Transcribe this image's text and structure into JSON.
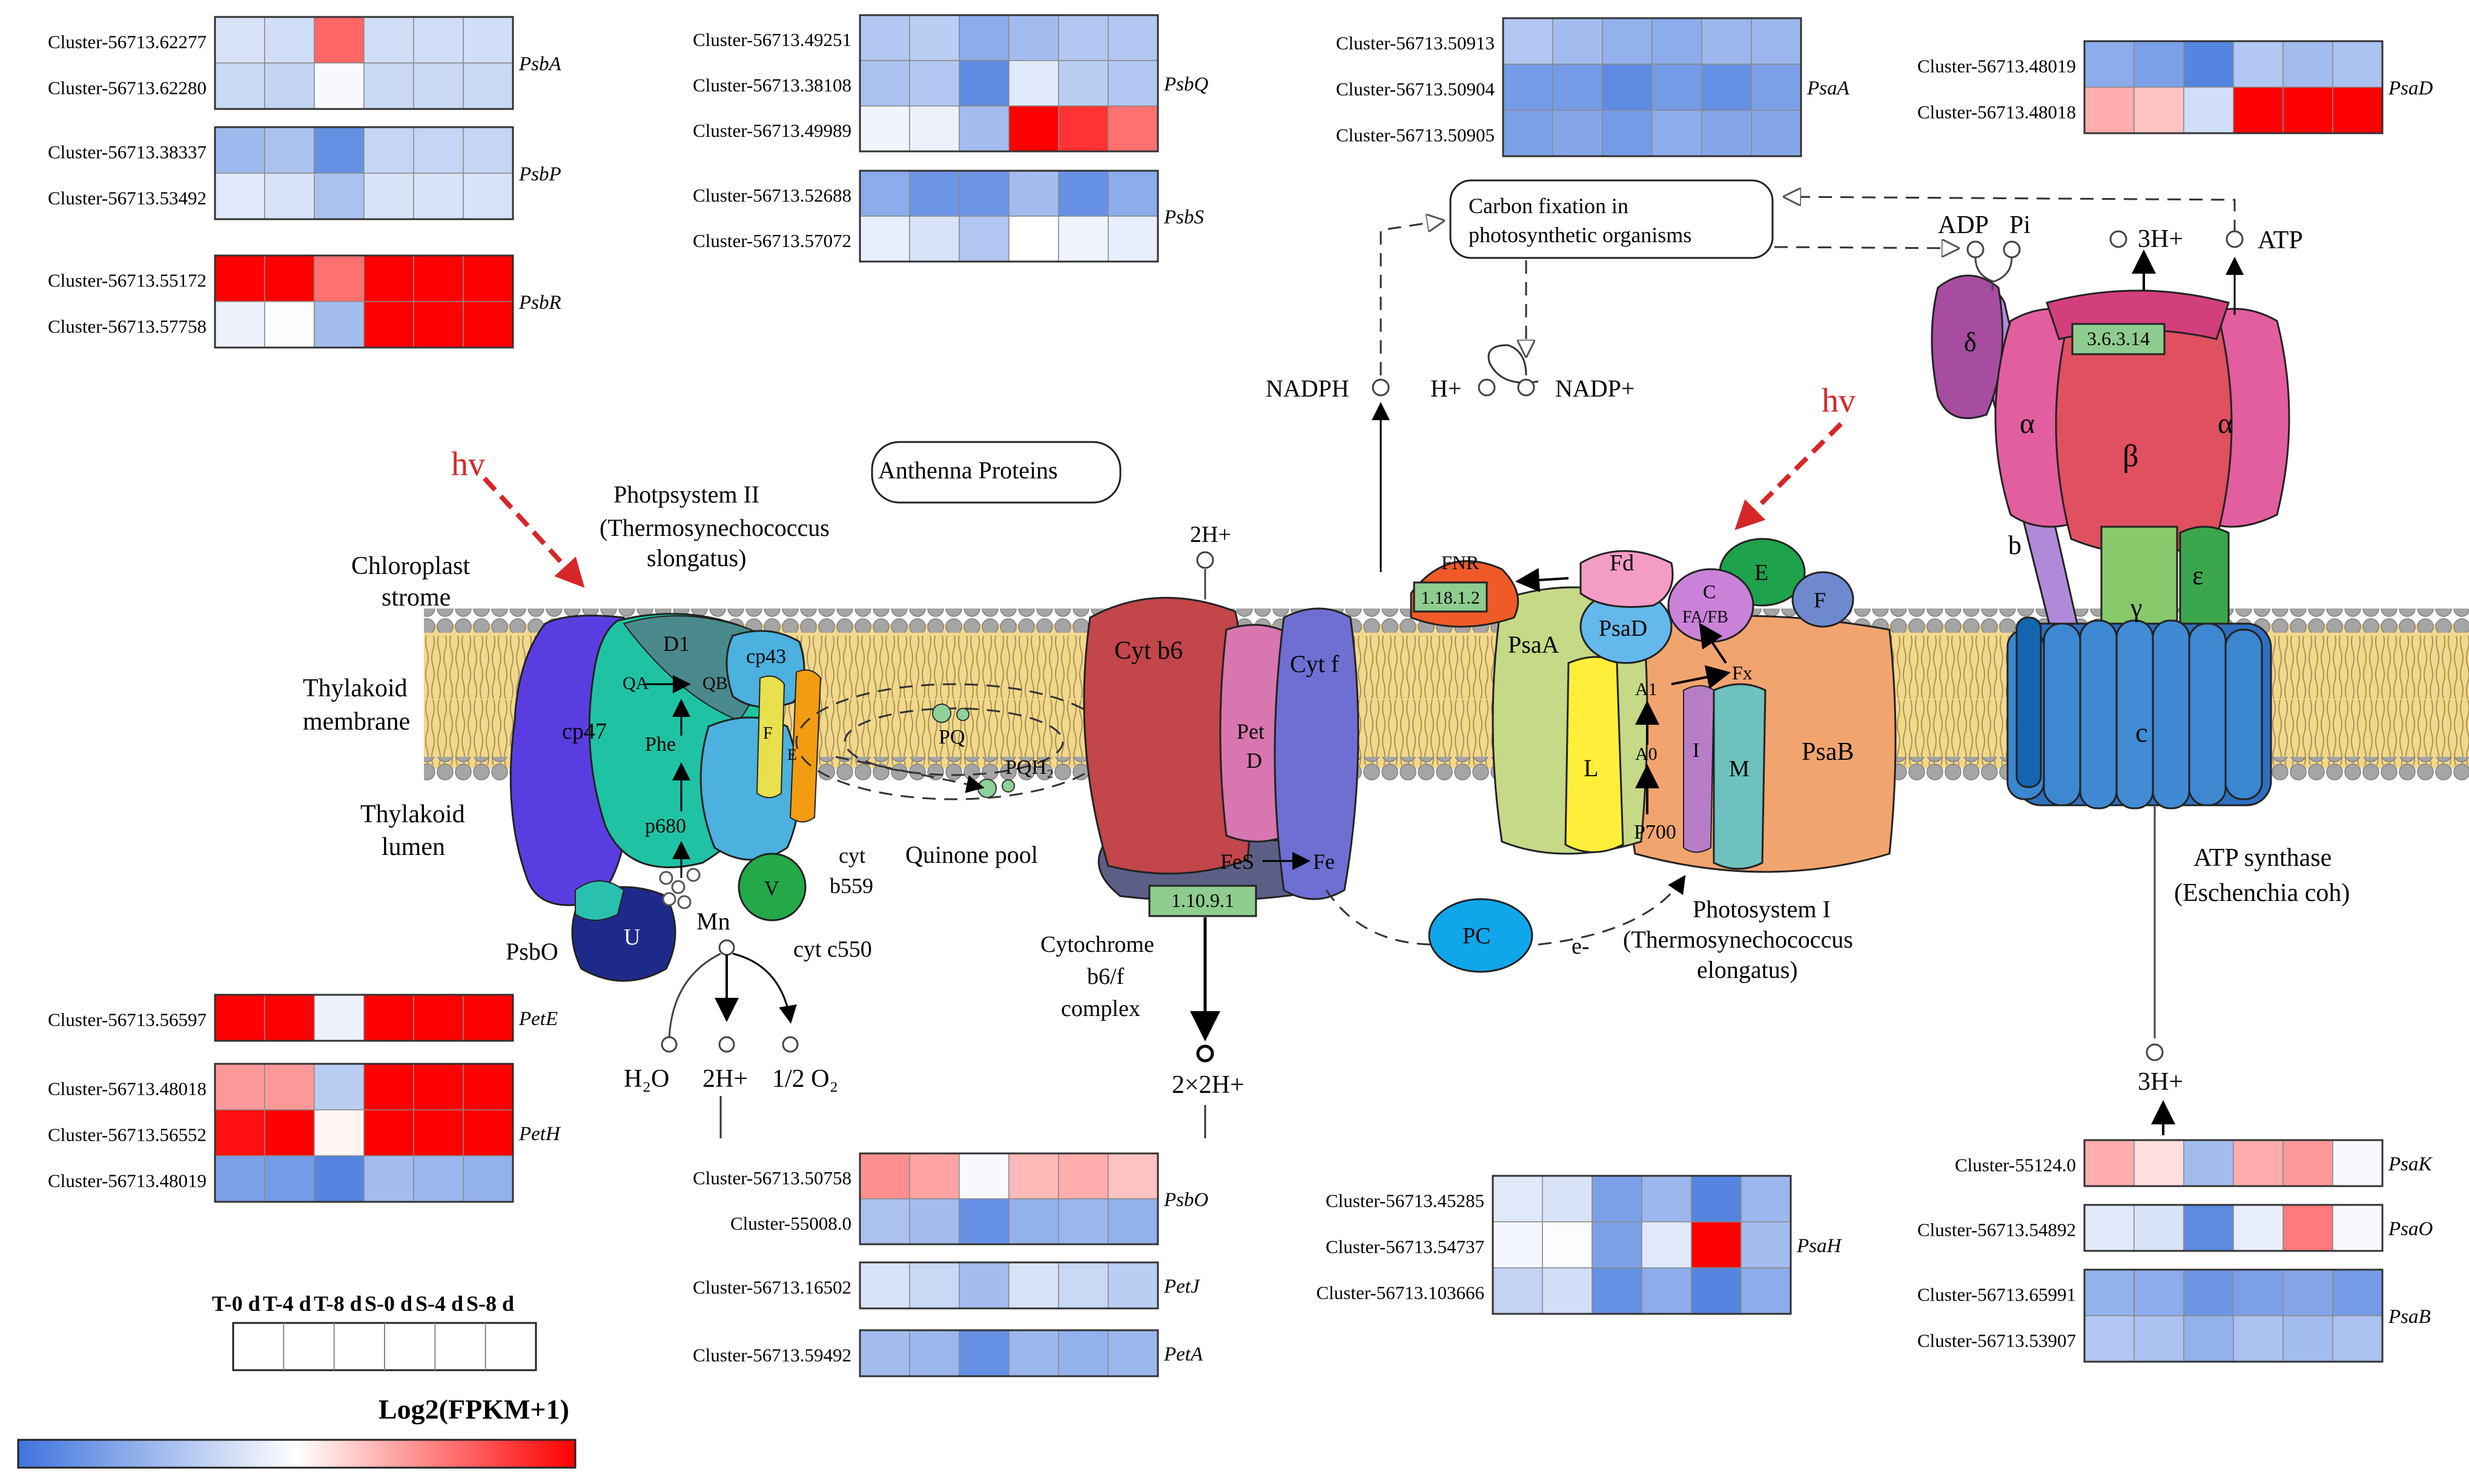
{
  "colors": {
    "low": "#3f74dd",
    "mid": "#ffffff",
    "high": "#ff0000",
    "membrane": "#f3d88c",
    "lipid_head": "#a5a5a5",
    "arrow_red": "#d62728"
  },
  "legend": {
    "column_labels": [
      "T-0 d",
      "T-4 d",
      "T-8 d",
      "S-0 d",
      "S-4 d",
      "S-8 d"
    ],
    "scale_title": "Log2(FPKM+1)"
  },
  "heatmaps": [
    {
      "gene": "PsbA",
      "rows": [
        {
          "label": "Cluster-56713.62277",
          "values": [
            0.4,
            0.38,
            0.8,
            0.38,
            0.38,
            0.38
          ]
        },
        {
          "label": "Cluster-56713.62280",
          "values": [
            0.36,
            0.34,
            0.48,
            0.36,
            0.36,
            0.36
          ]
        }
      ]
    },
    {
      "gene": "PsbP",
      "rows": [
        {
          "label": "Cluster-56713.38337",
          "values": [
            0.25,
            0.28,
            0.1,
            0.35,
            0.35,
            0.35
          ]
        },
        {
          "label": "Cluster-56713.53492",
          "values": [
            0.42,
            0.4,
            0.28,
            0.4,
            0.4,
            0.4
          ]
        }
      ]
    },
    {
      "gene": "PsbR",
      "rows": [
        {
          "label": "Cluster-56713.55172",
          "values": [
            1.0,
            1.0,
            0.78,
            1.0,
            1.0,
            1.0
          ]
        },
        {
          "label": "Cluster-56713.57758",
          "values": [
            0.45,
            0.49,
            0.26,
            1.0,
            1.0,
            1.0
          ]
        }
      ]
    },
    {
      "gene": "PsbQ",
      "rows": [
        {
          "label": "Cluster-56713.49251",
          "values": [
            0.3,
            0.32,
            0.2,
            0.26,
            0.3,
            0.3
          ]
        },
        {
          "label": "Cluster-56713.38108",
          "values": [
            0.28,
            0.3,
            0.08,
            0.42,
            0.32,
            0.3
          ]
        },
        {
          "label": "Cluster-56713.49989",
          "values": [
            0.46,
            0.45,
            0.26,
            1.0,
            0.9,
            0.78
          ]
        }
      ]
    },
    {
      "gene": "PsbS",
      "rows": [
        {
          "label": "Cluster-56713.52688",
          "values": [
            0.2,
            0.12,
            0.12,
            0.26,
            0.1,
            0.2
          ]
        },
        {
          "label": "Cluster-56713.57072",
          "values": [
            0.44,
            0.4,
            0.3,
            0.5,
            0.46,
            0.44
          ]
        }
      ]
    },
    {
      "gene": "PsaA",
      "rows": [
        {
          "label": "Cluster-56713.50913",
          "values": [
            0.3,
            0.26,
            0.22,
            0.2,
            0.24,
            0.24
          ]
        },
        {
          "label": "Cluster-56713.50904",
          "values": [
            0.14,
            0.14,
            0.08,
            0.14,
            0.1,
            0.16
          ]
        },
        {
          "label": "Cluster-56713.50905",
          "values": [
            0.16,
            0.18,
            0.14,
            0.2,
            0.18,
            0.18
          ]
        }
      ]
    },
    {
      "gene": "PsaD",
      "rows": [
        {
          "label": "Cluster-56713.48019",
          "values": [
            0.2,
            0.16,
            0.06,
            0.3,
            0.26,
            0.28
          ]
        },
        {
          "label": "Cluster-56713.48018",
          "values": [
            0.66,
            0.62,
            0.38,
            1.0,
            1.0,
            1.0
          ]
        }
      ]
    },
    {
      "gene": "PetE",
      "rows": [
        {
          "label": "Cluster-56713.56597",
          "values": [
            1.0,
            1.0,
            0.45,
            1.0,
            1.0,
            1.0
          ]
        }
      ]
    },
    {
      "gene": "PetH",
      "rows": [
        {
          "label": "Cluster-56713.48018",
          "values": [
            0.7,
            0.7,
            0.32,
            1.0,
            1.0,
            1.0
          ]
        },
        {
          "label": "Cluster-56713.56552",
          "values": [
            0.97,
            1.0,
            0.52,
            1.0,
            1.0,
            1.0
          ]
        },
        {
          "label": "Cluster-56713.48019",
          "values": [
            0.16,
            0.14,
            0.06,
            0.26,
            0.24,
            0.22
          ]
        }
      ]
    },
    {
      "gene": "PsbO",
      "rows": [
        {
          "label": "Cluster-56713.50758",
          "values": [
            0.72,
            0.68,
            0.48,
            0.64,
            0.66,
            0.62
          ]
        },
        {
          "label": "Cluster-55008.0",
          "values": [
            0.28,
            0.26,
            0.1,
            0.22,
            0.24,
            0.22
          ]
        }
      ]
    },
    {
      "gene": "PetJ",
      "rows": [
        {
          "label": "Cluster-56713.16502",
          "values": [
            0.4,
            0.36,
            0.26,
            0.4,
            0.36,
            0.32
          ]
        }
      ]
    },
    {
      "gene": "PetA",
      "rows": [
        {
          "label": "Cluster-56713.59492",
          "values": [
            0.26,
            0.24,
            0.1,
            0.24,
            0.22,
            0.24
          ]
        }
      ]
    },
    {
      "gene": "PsaH",
      "rows": [
        {
          "label": "Cluster-56713.45285",
          "values": [
            0.42,
            0.4,
            0.16,
            0.24,
            0.06,
            0.24
          ]
        },
        {
          "label": "Cluster-56713.54737",
          "values": [
            0.47,
            0.49,
            0.16,
            0.42,
            1.0,
            0.26
          ]
        },
        {
          "label": "Cluster-56713.103666",
          "values": [
            0.34,
            0.38,
            0.1,
            0.2,
            0.06,
            0.2
          ]
        }
      ]
    },
    {
      "gene": "PsaK",
      "rows": [
        {
          "label": "Cluster-55124.0",
          "values": [
            0.66,
            0.56,
            0.26,
            0.66,
            0.7,
            0.48
          ]
        }
      ]
    },
    {
      "gene": "PsaO",
      "rows": [
        {
          "label": "Cluster-56713.54892",
          "values": [
            0.42,
            0.4,
            0.08,
            0.44,
            0.76,
            0.48
          ]
        }
      ]
    },
    {
      "gene": "PsaB",
      "rows": [
        {
          "label": "Cluster-56713.65991",
          "values": [
            0.22,
            0.2,
            0.12,
            0.16,
            0.18,
            0.14
          ]
        },
        {
          "label": "Cluster-56713.53907",
          "values": [
            0.3,
            0.28,
            0.22,
            0.28,
            0.26,
            0.28
          ]
        }
      ]
    }
  ],
  "labels": {
    "hv": "hv",
    "hv2": "hv",
    "chloroplast_stroma_1": "Chloroplast",
    "chloroplast_stroma_2": "strome",
    "thylakoid_membrane_1": "Thylakoid",
    "thylakoid_membrane_2": "membrane",
    "thylakoid_lumen_1": "Thylakoid",
    "thylakoid_lumen_2": "lumen",
    "psii_title_1": "Photpsystem II",
    "psii_title_2": "(Thermosynechococcus",
    "psii_title_3": "slongatus)",
    "antenna": "Anthenna Proteins",
    "quinone_pool": "Quinone pool",
    "cytochrome_1": "Cytochrome",
    "cytochrome_2": "b6/f",
    "cytochrome_3": "complex",
    "psi_title_1": "Photosystem I",
    "psi_title_2": "(Thermosynechococcus",
    "psi_title_3": "elongatus)",
    "atp_title_1": "ATP synthase",
    "atp_title_2": "(Eschenchia coh)",
    "carbon_fixation_1": "Carbon fixation in",
    "carbon_fixation_2": "photosynthetic organisms",
    "nadph": "NADPH",
    "hplus": "H+",
    "nadp": "NADP+",
    "adp": "ADP",
    "pi": "Pi",
    "three_h_top": "3H+",
    "atp": "ATP",
    "three_h_bottom": "3H+",
    "two_h_top": "2H+",
    "h2o": "H₂O",
    "two_h": "2H+",
    "half_o2": "1/2 O₂",
    "two_x_two_h": "2×2H+",
    "e_minus": "e-",
    "mn": "Mn",
    "cp47": "cp47",
    "cp43": "cp43",
    "d1": "D1",
    "qa": "QA",
    "qb": "QB",
    "phe": "Phe",
    "p680": "p680",
    "f_sub": "F",
    "e_sub": "E",
    "cyt_b559_1": "cyt",
    "cyt_b559_2": "b559",
    "v_sub": "V",
    "cyt_c550": "cyt c550",
    "u_sub": "U",
    "psbo": "PsbO",
    "pq": "PQ",
    "pqh2": "PQH₂",
    "cyt_b6": "Cyt b6",
    "pet_d_1": "Pet",
    "pet_d_2": "D",
    "cyt_f": "Cyt f",
    "fes": "FeS",
    "fe": "Fe",
    "pc": "PC",
    "fnr": "FNR",
    "fd": "Fd",
    "e_psi": "E",
    "f_psi": "F",
    "c_psi": "C",
    "fafb": "FA/FB",
    "psad": "PsaD",
    "psaa": "PsaA",
    "fx": "Fx",
    "a1": "A1",
    "a0": "A0",
    "p700": "P700",
    "l_sub": "L",
    "i_sub": "I",
    "m_sub": "M",
    "psab": "PsaB",
    "delta": "δ",
    "alpha_left": "α",
    "beta": "β",
    "alpha_right": "α",
    "b_sub": "b",
    "gamma": "γ",
    "epsilon": "ε",
    "c_sub": "c"
  },
  "ec_numbers": {
    "fnr": "1.18.1.2",
    "cytb6f": "1.10.9.1",
    "atp": "3.6.3.14"
  }
}
